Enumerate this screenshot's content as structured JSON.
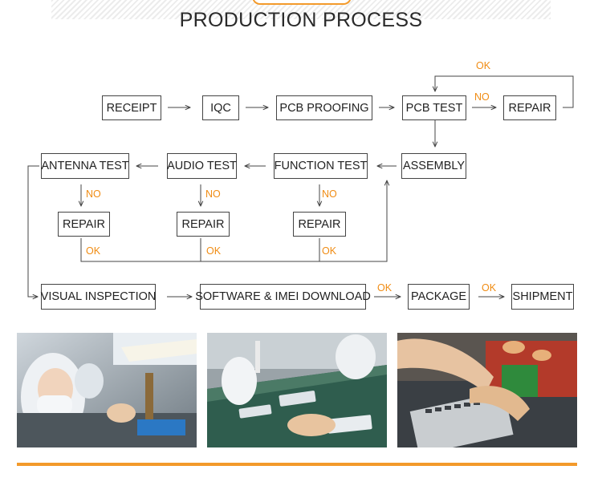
{
  "title": "PRODUCTION PROCESS",
  "nodes": {
    "receipt": "RECEIPT",
    "iqc": "IQC",
    "pcb_proofing": "PCB PROOFING",
    "pcb_test": "PCB TEST",
    "repair_pcb": "REPAIR",
    "assembly": "ASSEMBLY",
    "function_test": "FUNCTION TEST",
    "audio_test": "AUDIO TEST",
    "antenna_test": "ANTENNA TEST",
    "repair_antenna": "REPAIR",
    "repair_audio": "REPAIR",
    "repair_function": "REPAIR",
    "visual_inspection": "VISUAL INSPECTION",
    "software_imei": "SOFTWARE & IMEI DOWNLOAD",
    "package": "PACKAGE",
    "shipment": "SHIPMENT"
  },
  "labels": {
    "ok": "OK",
    "no": "NO"
  },
  "colors": {
    "accent": "#f39a2b",
    "label": "#f08c14",
    "line": "#444444"
  },
  "photos": [
    "worker-inspecting-device-icon",
    "assembly-line-phones-icon",
    "hands-circuit-board-icon"
  ]
}
